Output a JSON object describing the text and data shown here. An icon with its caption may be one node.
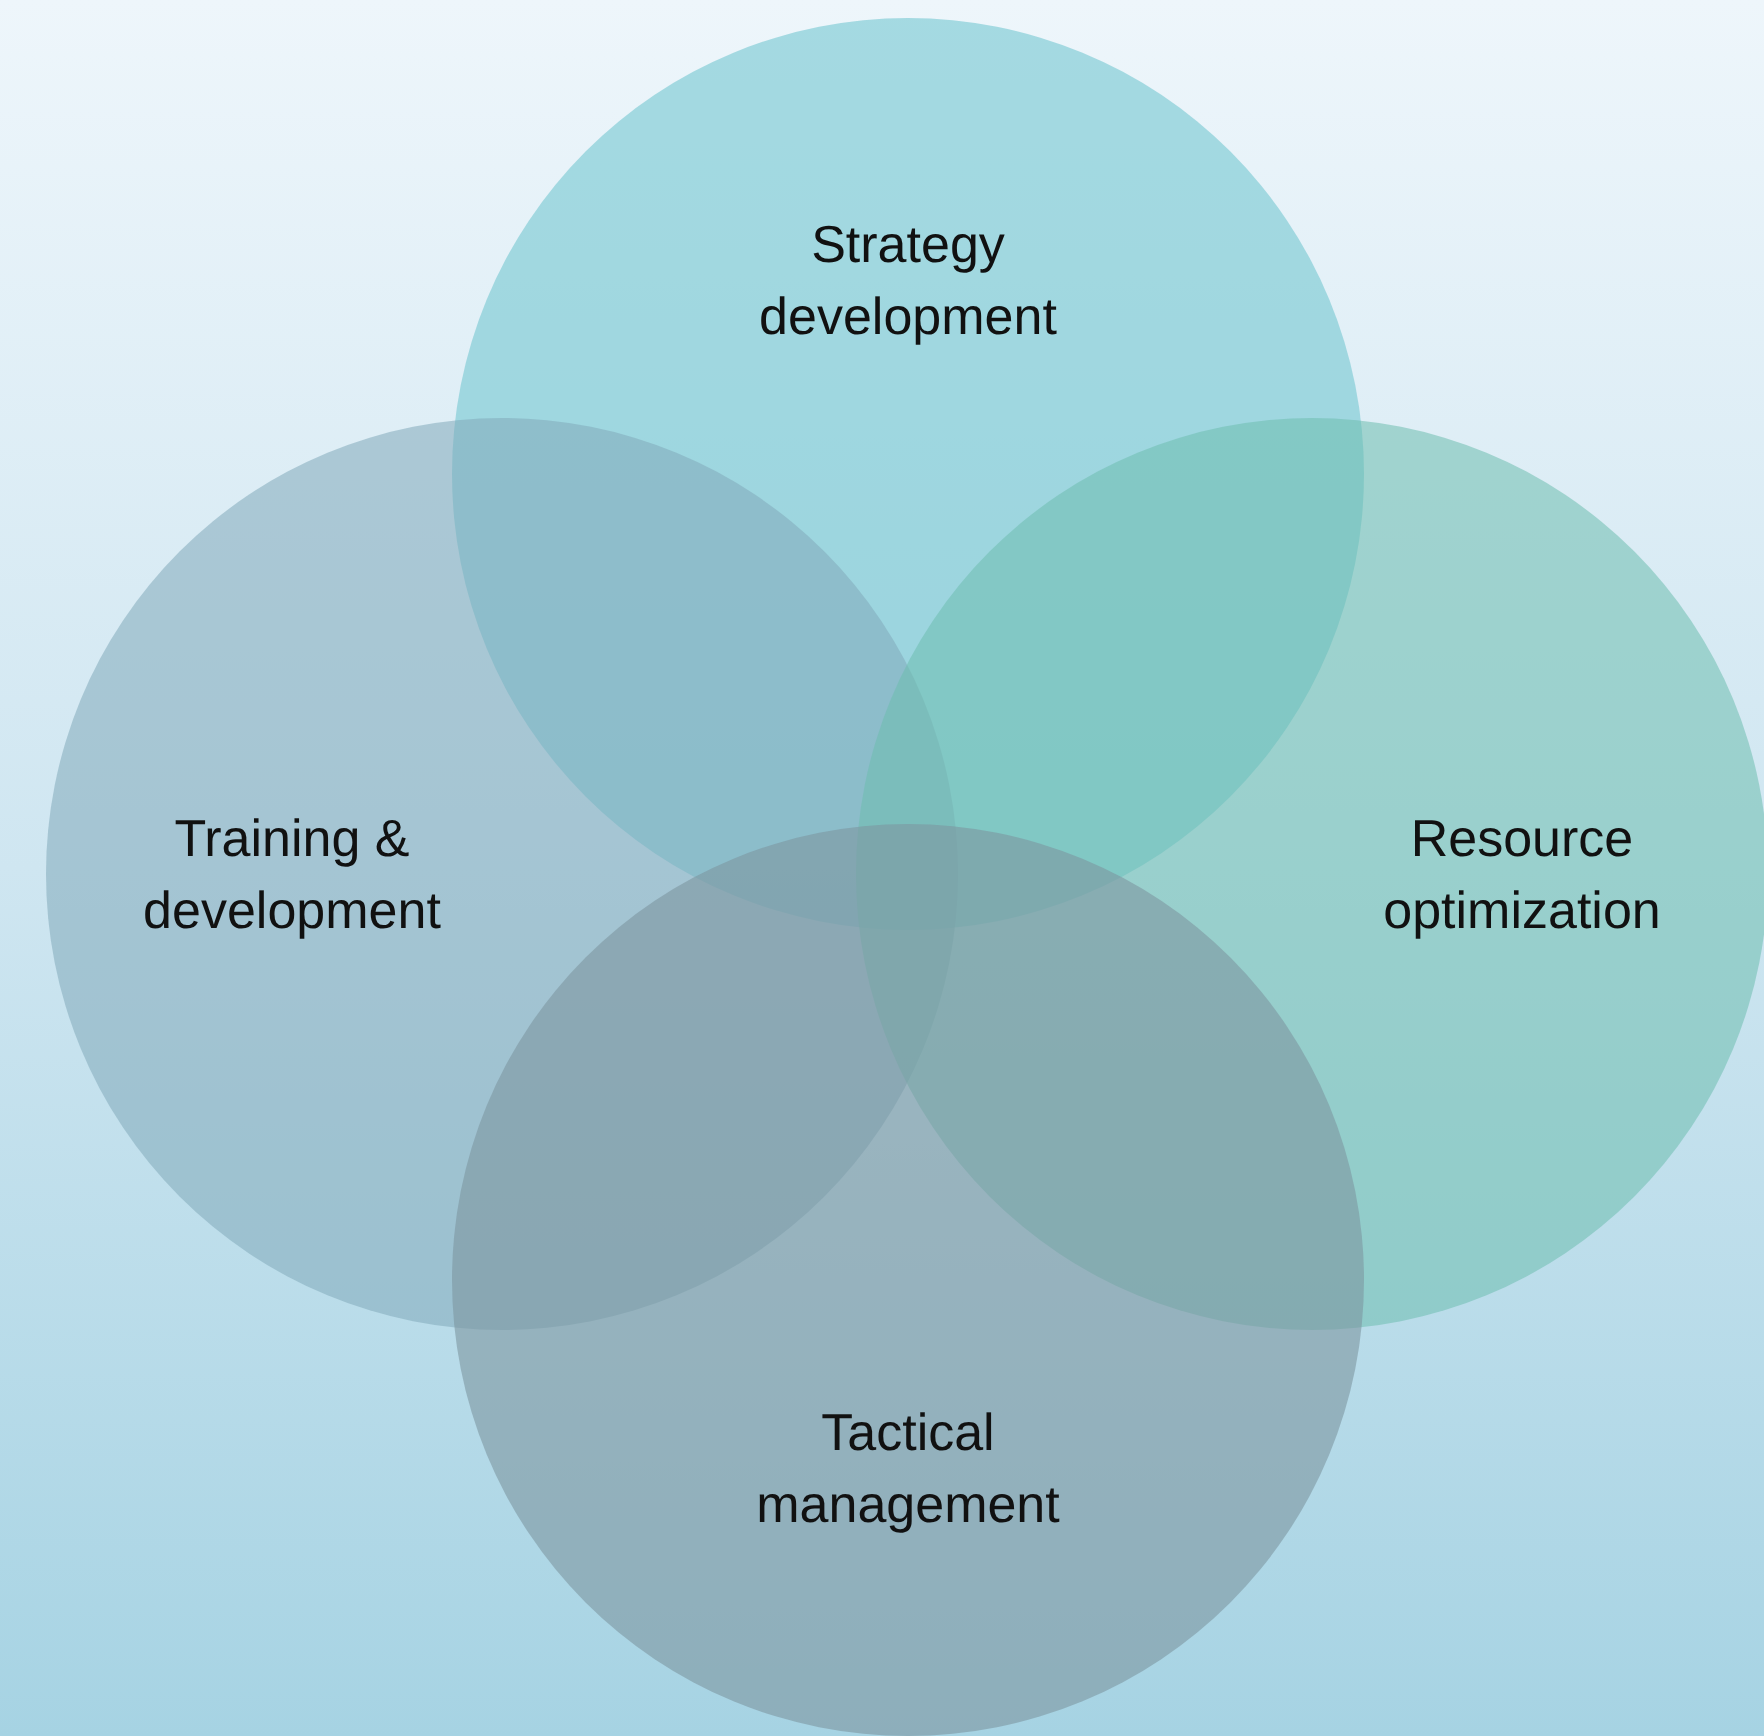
{
  "diagram": {
    "nodes": [
      {
        "text": [
          "Strategy development"
        ]
      },
      {
        "text": [
          "Training & development"
        ]
      },
      {
        "text": [
          "Resource optimization"
        ]
      },
      {
        "text": [
          "Tactical management"
        ]
      }
    ]
  }
}
